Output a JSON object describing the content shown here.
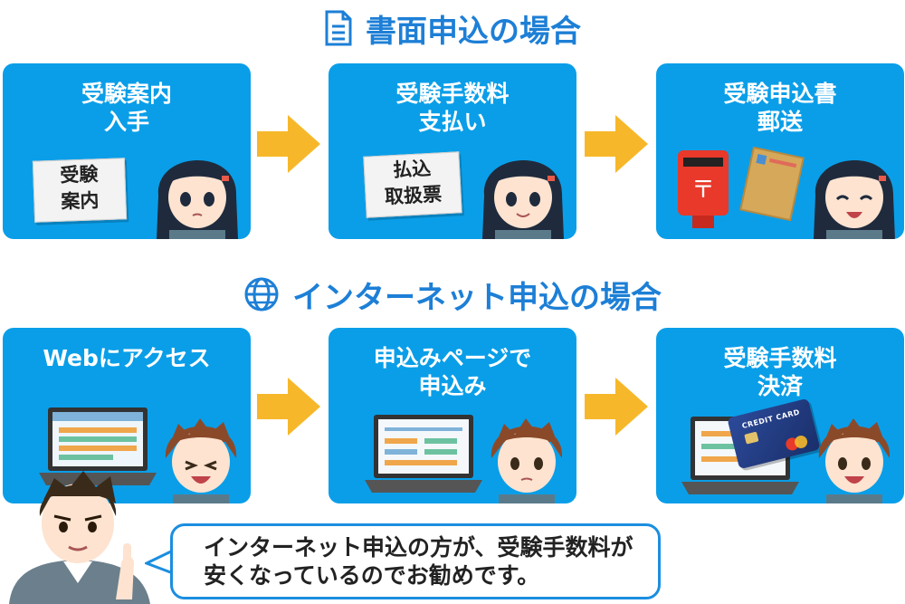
{
  "paper_section": {
    "title": "書面申込の場合",
    "icon": "document-icon",
    "steps": [
      {
        "label_lines": [
          "受験案内",
          "入手"
        ],
        "doc_lines": [
          "受験",
          "案内"
        ]
      },
      {
        "label_lines": [
          "受験手数料",
          "支払い"
        ],
        "doc_lines": [
          "払込",
          "取扱票"
        ]
      },
      {
        "label_lines": [
          "受験申込書",
          "郵送"
        ]
      }
    ]
  },
  "internet_section": {
    "title": "インターネット申込の場合",
    "icon": "globe-icon",
    "steps": [
      {
        "label_lines": [
          "Webにアクセス"
        ]
      },
      {
        "label_lines": [
          "申込みページで",
          "申込み"
        ]
      },
      {
        "label_lines": [
          "受験手数料",
          "決済"
        ],
        "card_text": "CREDIT CARD"
      }
    ]
  },
  "advice": {
    "lines": [
      "インターネット申込の方が、受験手数料が",
      "安くなっているのでお勧めです。"
    ]
  },
  "colors": {
    "card_bg": "#0a9ee8",
    "title_blue": "#1d7fd6",
    "arrow": "#f6b82a",
    "bubble_border": "#1b8ee0"
  }
}
